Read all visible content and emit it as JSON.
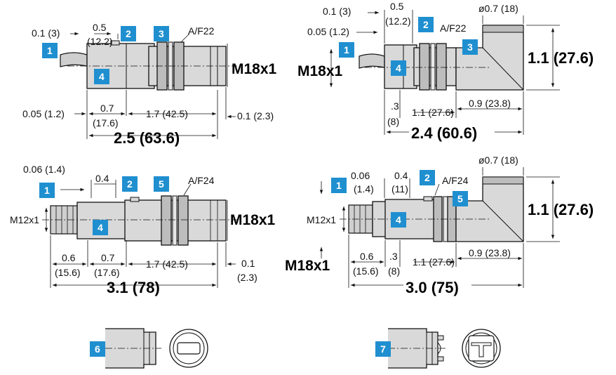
{
  "colors": {
    "badge": "#1f8fd0",
    "body_fill": "#d9d9d9",
    "body_dark": "#bdbdbd",
    "line": "#111111"
  },
  "badges": {
    "b1": "1",
    "b2": "2",
    "b3": "3",
    "b4": "4",
    "b5": "5",
    "b6": "6",
    "b7": "7"
  },
  "tl": {
    "d_cable": "0.1 (3)",
    "d_05": "0.5",
    "d_05_mm": "(12.2)",
    "af": "A/F22",
    "thread": "M18x1",
    "d_front": "0.05 (1.2)",
    "d_07": "0.7",
    "d_07_mm": "(17.6)",
    "d_17": "1.7 (42.5)",
    "d_back": "0.1 (2.3)",
    "total": "2.5 (63.6)"
  },
  "tr": {
    "d_cable": "0.1 (3)",
    "d_05": "0.5",
    "d_05_mm": "(12.2)",
    "d_front": "0.05 (1.2)",
    "af": "A/F22",
    "dia": "ø0.7 (18)",
    "height": "1.1 (27.6)",
    "thread": "M18x1",
    "d_3": ".3",
    "d_3_mm": "(8)",
    "d_11": "1.1 (27.6)",
    "d_09": "0.9 (23.8)",
    "total": "2.4 (60.6)"
  },
  "bl": {
    "d_006": "0.06 (1.4)",
    "d_04": "0.4",
    "af": "A/F24",
    "m12": "M12x1",
    "thread": "M18x1",
    "d_06": "0.6",
    "d_06_mm": "(15.6)",
    "d_07": "0.7",
    "d_07_mm": "(17.6)",
    "d_17": "1.7 (42.5)",
    "d_01": "0.1",
    "d_01_mm": "(2.3)",
    "total": "3.1 (78)"
  },
  "br": {
    "d_006": "0.06",
    "d_006_mm": "(1.4)",
    "d_04": "0.4",
    "d_04_mm": "(11)",
    "af": "A/F24",
    "dia": "ø0.7 (18)",
    "height": "1.1 (27.6)",
    "m12": "M12x1",
    "thread": "M18x1",
    "d_06": "0.6",
    "d_06_mm": "(15.6)",
    "d_3": ".3",
    "d_3_mm": "(8)",
    "d_11": "1.1 (27.6)",
    "d_09": "0.9 (23.8)",
    "total": "3.0 (75)"
  }
}
